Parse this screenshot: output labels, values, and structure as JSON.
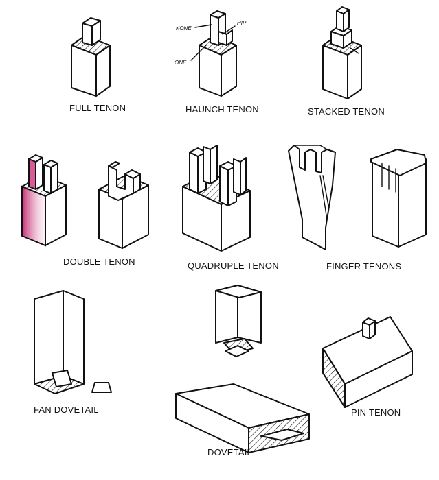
{
  "labels": {
    "full_tenon": "FULL TENON",
    "haunch_tenon": "HAUNCH TENON",
    "stacked_tenon": "STACKED TENON",
    "double_tenon": "DOUBLE TENON",
    "quadruple_tenon": "QUADRUPLE TENON",
    "finger_tenons": "FINGER TENONS",
    "fan_dovetail": "FAN DOVETAIL",
    "dovetail": "DOVETAIL",
    "pin_tenon": "PIN TENON"
  },
  "callouts": {
    "kone": "KONE",
    "hip": "HIP",
    "one": "ONE"
  },
  "colors": {
    "ink": "#111111",
    "paper": "#ffffff",
    "highlight": "#c0206a"
  }
}
